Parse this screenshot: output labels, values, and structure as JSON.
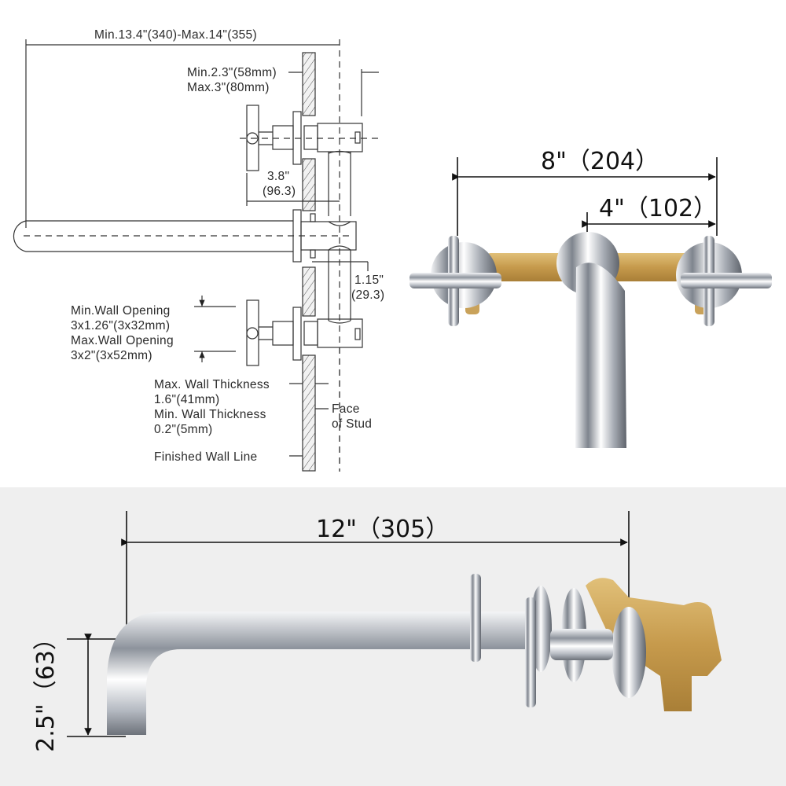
{
  "schematic": {
    "overall_length": "Min.13.4\"(340)-Max.14\"(355)",
    "valve_depth_min": "Min.2.3\"(58mm)",
    "valve_depth_max": "Max.3\"(80mm)",
    "handle_offset": "3.8\"",
    "handle_offset_mm": "(96.3)",
    "spout_offset": "1.15\"",
    "spout_offset_mm": "(29.3)",
    "wall_opening_min": "Min.Wall Opening",
    "wall_opening_min_val": "3x1.26\"(3x32mm)",
    "wall_opening_max": "Max.Wall Opening",
    "wall_opening_max_val": "3x2\"(3x52mm)",
    "wall_thickness_max": "Max. Wall Thickness",
    "wall_thickness_max_val": "1.6\"(41mm)",
    "wall_thickness_min": "Min. Wall Thickness",
    "wall_thickness_min_val": "0.2\"(5mm)",
    "face_of_stud_1": "Face",
    "face_of_stud_2": "of Stud",
    "finished_wall_line": "Finished Wall Line"
  },
  "front_view": {
    "handle_spacing": "8\"（204）",
    "spout_to_handle": "4\"（102）"
  },
  "side_view": {
    "spout_reach": "12\"（305）",
    "spout_height": "2.5\"（63）"
  },
  "colors": {
    "chrome": "#c9ccd2",
    "brass": "#c9a25a",
    "background_bottom": "#efefef",
    "line": "#333333"
  }
}
